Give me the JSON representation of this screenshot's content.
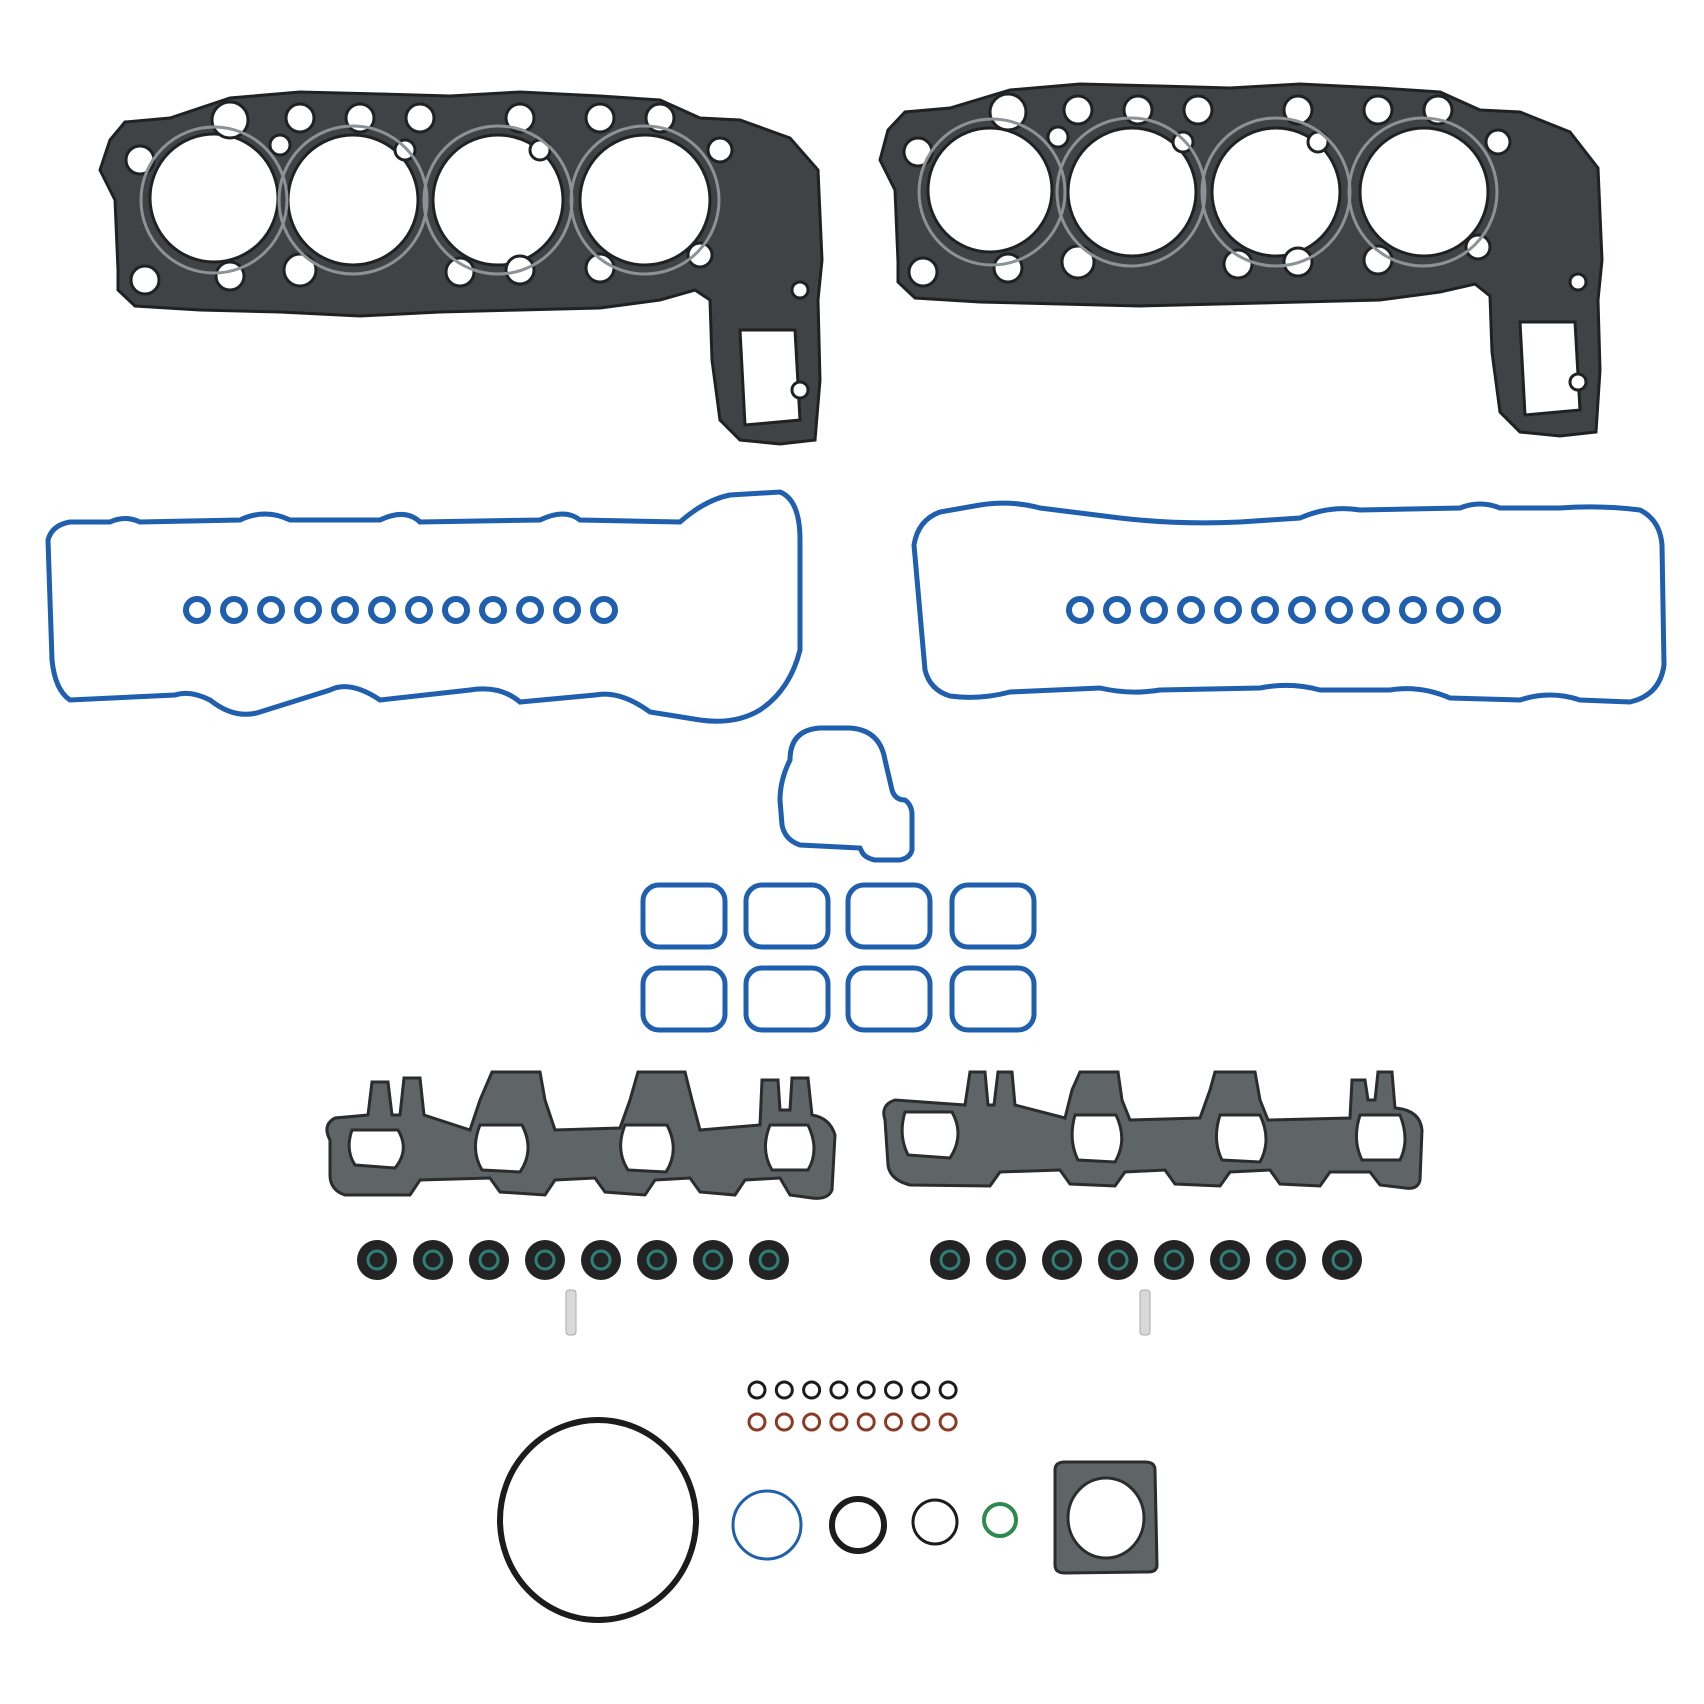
{
  "colors": {
    "background": "#ffffff",
    "mls_gasket": "#3f4346",
    "mls_gasket_dark": "#1f2224",
    "mls_bead": "#8c9296",
    "rubber_blue": "#1f5fae",
    "rubber_blue_light": "#2f78c8",
    "fiber_gray": "#5f6467",
    "fiber_dark": "#2a2c2e",
    "seal_black": "#232323",
    "seal_teal": "#2f7f78",
    "oring_black": "#1c1c1c",
    "oring_brown": "#8a3b24",
    "oring_blue": "#1f5fae",
    "oring_green": "#2f8a4f",
    "dowel_silver": "#d9d9d9"
  },
  "parts": {
    "head_gaskets": 2,
    "valve_cover_gaskets": 2,
    "spark_plug_tube_seals_per_cover": 12,
    "intake_port_gaskets": 8,
    "exhaust_manifold_gaskets": 2,
    "valve_stem_seals": 16,
    "dowel_pins": 2,
    "small_orings_black": 8,
    "small_orings_brown": 8,
    "large_orings": 5,
    "throttle_body_gasket": 1,
    "thermostat_gasket": 1
  }
}
